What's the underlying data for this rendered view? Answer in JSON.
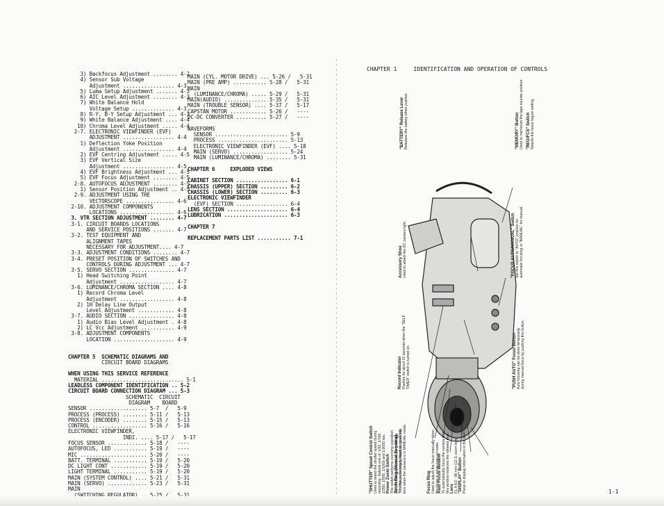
{
  "left_page": {
    "col1": [
      "    3) Backfocus Adjustment ........ 4-2",
      "    4) Sensor Sub Voltage",
      "       Adjustment ................. 4-3",
      "    5) Luma Setup Adjustment ....... 4-3",
      "    6) AIC Level Adjustment ........ 4-3",
      "    7) White Balance Hold",
      "       Voltage Setup .............. 4-3",
      "    8) R-Y, B-Y Setup Adjustment ... 4-3",
      "    9) White Balance Adjustment .... 4-4",
      "   10) Chroma Level Adjustment ..... 4-4",
      "  2-7. ELECTRONIC VIEWFINDER (EVF)",
      "       ADJUSTMENT ................. 4-4",
      "    1) Deflection Yoke Position",
      "       Adjustment ................. 4-4",
      "    2) EVF Centring Adjustment ..... 4-5",
      "    3) EVF Vertical Size",
      "       Adjustment ................. 4-5",
      "    4) EVF Brightness Adjustment ... 4-5",
      "    5) EVF Focus Adjustment ........ 4-5",
      "  2-8. AUTOFOCUS ADJUSTMENT ........ 4-5",
      "    1) Sensor Position Adjustment .. 4-5",
      "  2-9. ADJUSTMENT USING THE",
      "       VECTORSCOPE ................ 4-6",
      " 2-10. ADJUSTMENT COMPONENTS",
      "       LOCATIONS .................. 4-6",
      " 3. VTR SECTION ADJUSTMENT ........ 4-7",
      " 3-1. CIRCUIT BOARDS LOCATIONS",
      "      AND SERVICE POSITIONS ....... 4-7",
      " 3-2. TEST EQUIPMENT AND",
      "      ALIGNMENT TAPES",
      "      NECESSARY FOR ADJUSTMENT.... 4-7",
      " 3-3. ADJUSTMENT CONDITIONS ........ 4-7",
      " 3-4. PRESET POSITION OF SWITCHES AND",
      "      CONTROLS DURING ADJUSTMENT ... 4-7",
      " 3-5. SERVO SECTION ............... 4-7",
      "   1) Head Switching Point",
      "      Adjustment .................. 4-7",
      " 3-6. LUMINANCE/CHROMA SECTION .... 4-8",
      "   1) Record Chroma Level",
      "      Adjustment .................. 4-8",
      "   2) 1H Delay Line Output",
      "      Level Adjustment ............ 4-8",
      " 3-7. AUDIO SECTION ............... 4-8",
      "   1) Audio Bias Level Adjustment . 4-8",
      "   2) LC Vcc Adjustment ........... 4-9",
      " 3-8. ADJUSTMENT COMPONENTS",
      "      LOCATION .................... 4-9",
      "",
      "",
      "CHAPTER 5  SCHEMATIC DIAGRAMS AND",
      "           CIRCUIT BOARD DIAGRAMS",
      "",
      "WHEN USING THIS SERVICE REFERENCE",
      "  MATERIAL ........................... 5-1",
      "LEADLESS COMPONENT IDENTIFICATION .. 5-2",
      "CIRCUIT BOARD CONNECTION DIAGRAM ... 5-3",
      "                   SCHEMATIC  CIRCUIT",
      "                    DIAGRAM    BOARD",
      "SENSOR ................... 5-7  /   5-9",
      "PROCESS (PROCESS) ........ 5-11 /   5-13",
      "PROCESS (ENCODER) ........ 5-15 /   5-13",
      "CONTROL .................. 5-16 /   5-16",
      "ELECTRONIC VIEWFINDER,",
      "                  INDI. .... 5-17 /   5-17",
      "FOCUS SENSOR ............. 5-18 /   ----",
      "AUTOFOCUS, LED ........... 5-19 /   ----",
      "MIC ...................... 5-20 /   ----",
      "BATT. TERMINAL ........... 5-19 /   5-20",
      "DC LIGHT CONT ............ 5-19 /   5-20",
      "LIGHT TERMINAL ........... 5-19 /   5-20",
      "MAIN (SYSTEM CONTROL) .... 5-21 /   5-31",
      "MAIN (SERVO) ............. 5-23 /   5-31",
      "MAIN",
      "  (SWITCHING REGULATOR) .. 5-25 /   5-31"
    ],
    "col2": [
      "MAIN (CYL. MOTOR DRIVE) ... 5-26 /   5-31",
      "MAIN (PRE AMP) ........... 5-28 /   5-31",
      "MAIN",
      "  (LUMINANCE/CHROMA) ..... 5-29 /   5-31",
      "MAIN(AUDIO) .............. 5-35 /   5-31",
      "MAIN (TROUBLE SENSOR) .... 5-37 /   5-17",
      "CAPSTAN MOTOR ............ 5-26 /   ----",
      "DC-DC CONVERTER .......... 5-27 /   ----",
      "",
      "WAVEFORMS",
      "  SENSOR ........................ 5-9",
      "  PROCESS ....................... 5-13",
      "  ELECTRONIC VIEWFINDER (EVF) .... 5-18",
      "  MAIN (SERVO) .................. 5-24",
      "  MAIN (LUMINANCE/CHROMA) ........ 5-31",
      "",
      "CHAPTER 6     EXPLODED VIEWS",
      "",
      "CABINET SECTION ................. 6-1",
      "CHASSIS (UPPER) SECTION ......... 6-2",
      "CHASSIS (LOWER) SECTION ......... 6-3",
      "ELECTRONIC VIEWFINDER",
      "  (EVF) SECTION ................. 6-4",
      "LENS SECTION .................... 6-4",
      "LUBRICATION ..................... 6-3",
      "",
      "CHAPTER 7",
      "",
      "REPLACEMENT PARTS LIST ........... 7-1"
    ]
  },
  "right_page": {
    "chapter_title": "CHAPTER 1     IDENTIFICATION AND OPERATION OF CONTROLS",
    "page_number": "1-1",
    "labels": [
      {
        "title": "\"SHUTTER\" Speed Control Switch",
        "text": "Used to select the shutter speed during\nrecording. Selects one of: 1/60, 1/100,\n1/250, 1/500, 1/1000 and 1/2000 sec."
      },
      {
        "title": "Power Zoom Switch",
        "text": "The switch performs zooming operation.\n\"W\": Picture becomes wider gradually.\n\"T\": Picture becomes telephoto gradually."
      },
      {
        "title": "Zoom Ring (Manual Zooming)",
        "text": "Turn the zoom ring by hand to zoom the\nlens when the camera is in MANUAL mode."
      },
      {
        "title": "Focus Ring",
        "text": "Used to adjust the focus manually when\nthe focus is set to manual mode."
      },
      {
        "title": "Auto Focus Window",
        "text": "To automatically focus the camera lens,\nthis window receives the infrared rays."
      },
      {
        "title": "Lens",
        "text": "F1.4 8.0 - 96 mm (12:1) zoom lens."
      },
      {
        "title": "\"DISPLAY\" Button",
        "text": "Press to display information in the EVF."
      },
      {
        "title": "Record Indicator",
        "text": "Flashes for about 15 seconds when the \"SELF\nTIMER\" switch is turned on."
      },
      {
        "title": "\"PUSH AUTO\" Focus Button",
        "text": "Auto focusing can be done temporarily\nduring manual focus by pushing this button."
      },
      {
        "title": "Accessory Shoe",
        "text": "Used to attach the DC camera light."
      },
      {
        "title": "\"FOCUS AUTO/MANUAL\" Switch",
        "text": "Set this switch to \"AUTO\" position for\nautomatic focusing or \"MANUAL\" for manual."
      },
      {
        "title": "\"BATTERY\" Release Lever",
        "text": "Releases the battery when pushed."
      },
      {
        "title": "\"MEMORY\" Button",
        "text": "Used to memorize the tape counter position."
      },
      {
        "title": "\"REG/FCS\" Switch",
        "text": "Selects the focus region setting."
      }
    ]
  }
}
